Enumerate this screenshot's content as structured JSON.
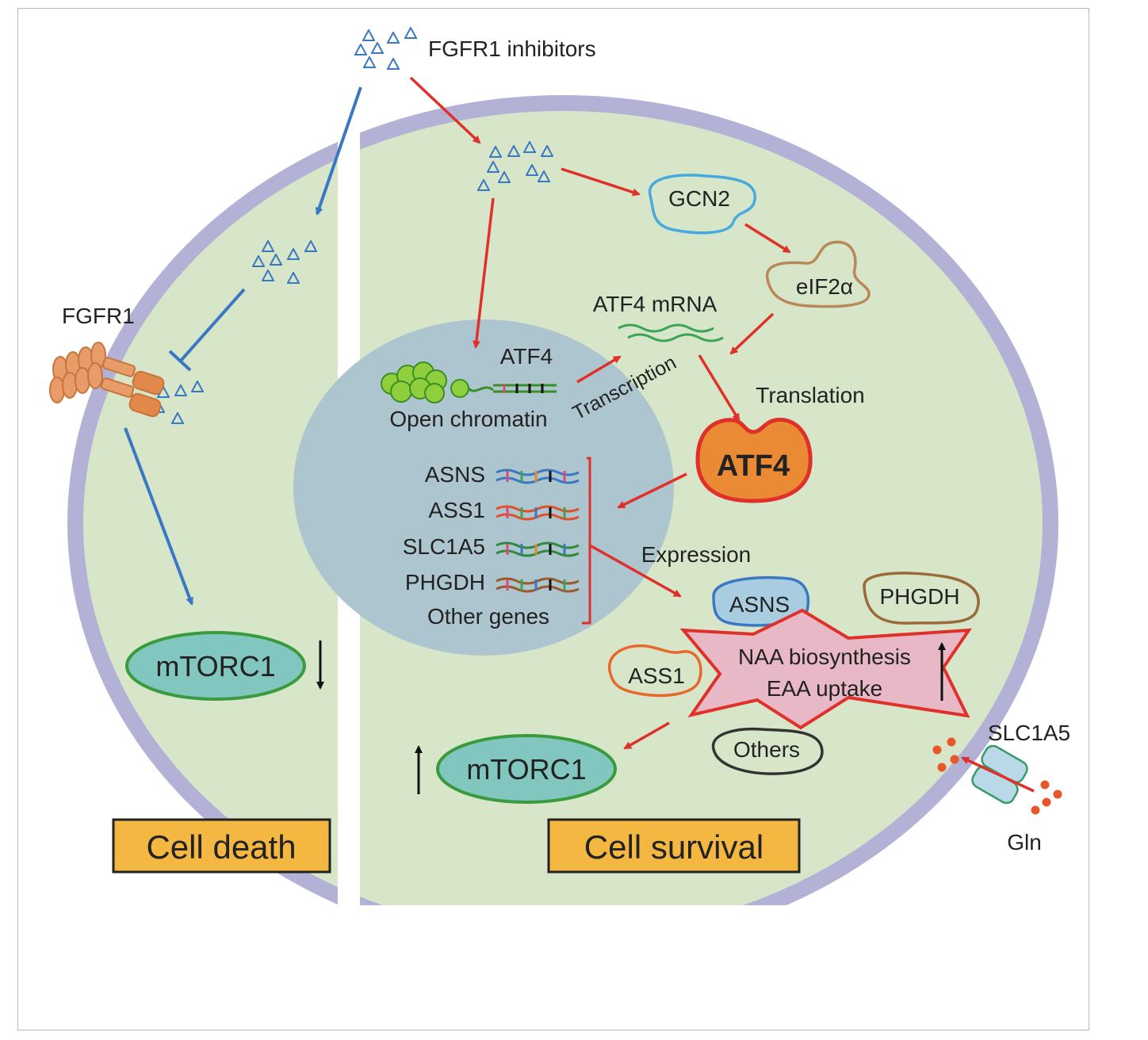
{
  "labels": {
    "inhibitors": "FGFR1 inhibitors",
    "fgfr1": "FGFR1",
    "gcn2": "GCN2",
    "eif2a": "eIF2α",
    "atf4_mrna": "ATF4 mRNA",
    "atf4_gene": "ATF4",
    "open_chromatin": "Open chromatin",
    "transcription": "Transcription",
    "translation": "Translation",
    "atf4_protein": "ATF4",
    "expression": "Expression",
    "mtorc1_left": "mTORC1",
    "mtorc1_right": "mTORC1",
    "cell_death": "Cell death",
    "cell_survival": "Cell survival",
    "slc1a5_transporter": "SLC1A5",
    "gln": "Gln",
    "naa_line1": "NAA biosynthesis",
    "naa_line2": "EAA uptake"
  },
  "genes": [
    {
      "name": "ASNS"
    },
    {
      "name": "ASS1"
    },
    {
      "name": "SLC1A5"
    },
    {
      "name": "PHGDH"
    },
    {
      "name": "Other genes"
    }
  ],
  "proteins": {
    "asns": "ASNS",
    "phgdh": "PHGDH",
    "ass1": "ASS1",
    "others": "Others"
  },
  "colors": {
    "membrane": "#b3b2d6",
    "cytoplasm": "#d7e6c8",
    "nucleus": "#adc5cf",
    "red_arrow": "#e0302a",
    "blue_arrow": "#3b78c4",
    "drug": "#3b78c4",
    "mtorc1_fill": "#82c7bf",
    "mtorc1_stroke": "#3a9a3e",
    "atf4_fill": "#ea8a34",
    "label_box": "#f3b742",
    "star_fill": "#e8b8c6"
  }
}
